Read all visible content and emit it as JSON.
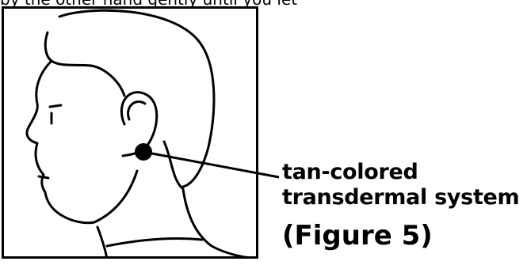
{
  "header_text": "by the other hand gently until you let",
  "callout": {
    "line1": "tan-colored",
    "line2": "transdermal system"
  },
  "caption": "(Figure 5)",
  "colors": {
    "ink": "#000000",
    "background": "#ffffff"
  },
  "icons": [
    "head-profile-drawing",
    "patch-dot"
  ]
}
